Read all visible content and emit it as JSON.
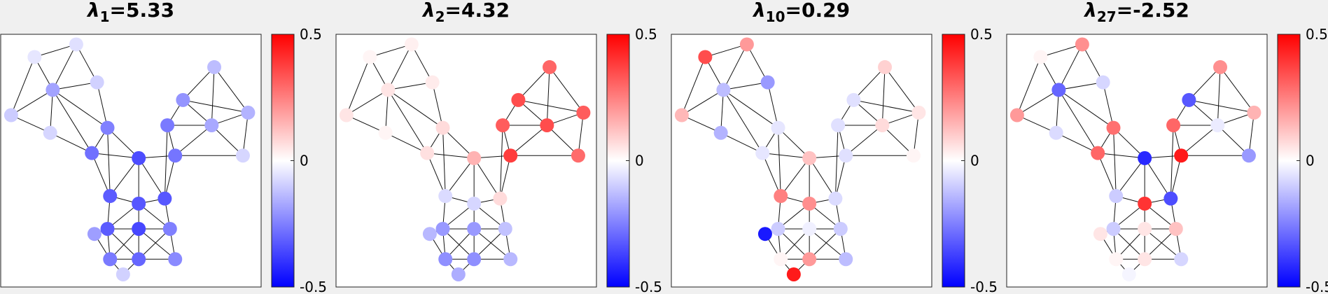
{
  "chart_data": {
    "type": "graph-signal",
    "colorbar": {
      "min": -0.5,
      "max": 0.5,
      "ticks": [
        "0.5",
        "0",
        "-0.5"
      ],
      "low_color": "#0000ff",
      "mid_color": "#ffffff",
      "high_color": "#ff0000"
    },
    "graph": {
      "nodes": [
        [
          0.13,
          0.09
        ],
        [
          0.29,
          0.04
        ],
        [
          0.2,
          0.22
        ],
        [
          0.37,
          0.19
        ],
        [
          0.04,
          0.32
        ],
        [
          0.19,
          0.39
        ],
        [
          0.41,
          0.37
        ],
        [
          0.35,
          0.47
        ],
        [
          0.53,
          0.49
        ],
        [
          0.7,
          0.26
        ],
        [
          0.82,
          0.13
        ],
        [
          0.95,
          0.31
        ],
        [
          0.64,
          0.36
        ],
        [
          0.81,
          0.36
        ],
        [
          0.67,
          0.48
        ],
        [
          0.93,
          0.48
        ],
        [
          0.42,
          0.64
        ],
        [
          0.53,
          0.67
        ],
        [
          0.63,
          0.65
        ],
        [
          0.36,
          0.79
        ],
        [
          0.41,
          0.77
        ],
        [
          0.53,
          0.77
        ],
        [
          0.65,
          0.77
        ],
        [
          0.42,
          0.89
        ],
        [
          0.53,
          0.89
        ],
        [
          0.67,
          0.89
        ],
        [
          0.47,
          0.95
        ]
      ],
      "edges": [
        [
          0,
          1
        ],
        [
          0,
          2
        ],
        [
          1,
          2
        ],
        [
          1,
          3
        ],
        [
          0,
          4
        ],
        [
          2,
          4
        ],
        [
          2,
          3
        ],
        [
          2,
          5
        ],
        [
          2,
          6
        ],
        [
          2,
          7
        ],
        [
          4,
          5
        ],
        [
          3,
          6
        ],
        [
          5,
          7
        ],
        [
          6,
          7
        ],
        [
          6,
          8
        ],
        [
          7,
          8
        ],
        [
          7,
          16
        ],
        [
          6,
          16
        ],
        [
          8,
          16
        ],
        [
          8,
          17
        ],
        [
          8,
          18
        ],
        [
          8,
          14
        ],
        [
          9,
          10
        ],
        [
          9,
          12
        ],
        [
          10,
          11
        ],
        [
          10,
          13
        ],
        [
          9,
          11
        ],
        [
          9,
          13
        ],
        [
          12,
          13
        ],
        [
          11,
          13
        ],
        [
          11,
          15
        ],
        [
          13,
          15
        ],
        [
          12,
          14
        ],
        [
          13,
          14
        ],
        [
          14,
          15
        ],
        [
          12,
          18
        ],
        [
          14,
          18
        ],
        [
          16,
          17
        ],
        [
          17,
          18
        ],
        [
          16,
          20
        ],
        [
          17,
          20
        ],
        [
          17,
          21
        ],
        [
          18,
          22
        ],
        [
          17,
          22
        ],
        [
          19,
          20
        ],
        [
          20,
          21
        ],
        [
          21,
          22
        ],
        [
          19,
          23
        ],
        [
          20,
          23
        ],
        [
          20,
          24
        ],
        [
          21,
          23
        ],
        [
          21,
          24
        ],
        [
          21,
          25
        ],
        [
          22,
          24
        ],
        [
          22,
          25
        ],
        [
          23,
          24
        ],
        [
          24,
          25
        ],
        [
          23,
          26
        ],
        [
          24,
          26
        ]
      ]
    },
    "panels": [
      {
        "lambda_sub": "1",
        "lambda_value": "5.33",
        "values": [
          -0.05,
          -0.06,
          -0.18,
          -0.09,
          -0.1,
          -0.08,
          -0.25,
          -0.28,
          -0.35,
          -0.21,
          -0.13,
          -0.15,
          -0.26,
          -0.17,
          -0.27,
          -0.08,
          -0.32,
          -0.33,
          -0.33,
          -0.19,
          -0.32,
          -0.36,
          -0.25,
          -0.26,
          -0.3,
          -0.23,
          -0.09
        ]
      },
      {
        "lambda_sub": "2",
        "lambda_value": "4.32",
        "values": [
          0.02,
          0.03,
          0.05,
          0.04,
          0.05,
          0.02,
          0.07,
          0.06,
          0.15,
          0.35,
          0.3,
          0.32,
          0.32,
          0.35,
          0.38,
          0.29,
          -0.07,
          -0.08,
          0.07,
          -0.14,
          -0.2,
          -0.2,
          -0.12,
          -0.22,
          -0.22,
          -0.14,
          -0.16
        ]
      },
      {
        "lambda_sub": "10",
        "lambda_value": "0.29",
        "values": [
          0.35,
          0.2,
          -0.13,
          -0.2,
          0.14,
          -0.15,
          -0.05,
          -0.05,
          0.12,
          -0.06,
          0.09,
          0.05,
          -0.06,
          0.07,
          -0.06,
          0.02,
          0.25,
          0.22,
          -0.07,
          -0.45,
          -0.1,
          -0.03,
          -0.1,
          0.02,
          0.2,
          -0.13,
          0.45
        ]
      },
      {
        "lambda_sub": "27",
        "lambda_value": "-2.52",
        "values": [
          0.02,
          0.22,
          -0.3,
          -0.08,
          0.2,
          -0.07,
          0.28,
          0.3,
          -0.42,
          -0.33,
          0.22,
          0.15,
          0.3,
          -0.04,
          0.45,
          -0.2,
          -0.1,
          0.4,
          -0.35,
          0.05,
          -0.1,
          0.05,
          0.12,
          0.02,
          0.05,
          -0.08,
          -0.02
        ]
      }
    ]
  }
}
